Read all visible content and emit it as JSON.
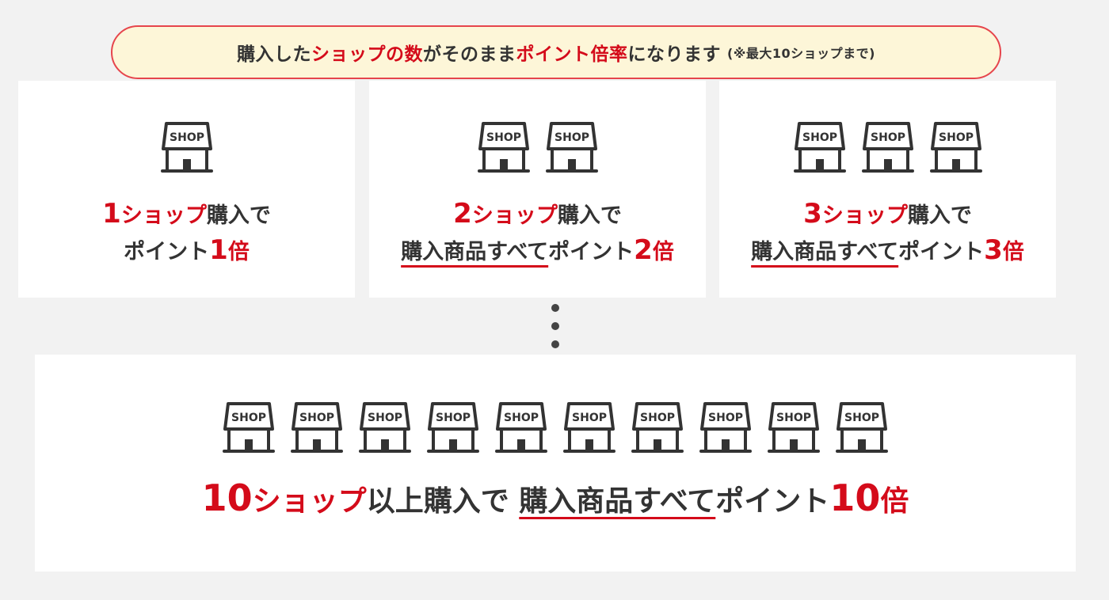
{
  "banner": {
    "part1": "購入した",
    "red1": "ショップの数",
    "part2": "がそのまま",
    "red2": "ポイント倍率",
    "part3": "になります",
    "note": "(※最大10ショップまで)"
  },
  "shop_icon_label": "SHOP",
  "cards": [
    {
      "count": "1",
      "shop_word": "ショップ",
      "purchase": "購入で",
      "all_items": "",
      "points": "ポイント",
      "multiplier": "1",
      "times": "倍"
    },
    {
      "count": "2",
      "shop_word": "ショップ",
      "purchase": "購入で",
      "all_items": "購入商品すべて",
      "points": "ポイント",
      "multiplier": "2",
      "times": "倍"
    },
    {
      "count": "3",
      "shop_word": "ショップ",
      "purchase": "購入で",
      "all_items": "購入商品すべて",
      "points": "ポイント",
      "multiplier": "3",
      "times": "倍"
    }
  ],
  "card10": {
    "count": "10",
    "shop_word": "ショップ",
    "purchase": "以上購入で",
    "all_items": "購入商品すべて",
    "points": "ポイント",
    "multiplier": "10",
    "times": "倍"
  },
  "colors": {
    "accent": "#d40b1a",
    "text": "#333333",
    "banner_bg": "#fdf6d8",
    "banner_border": "#e6454c"
  }
}
